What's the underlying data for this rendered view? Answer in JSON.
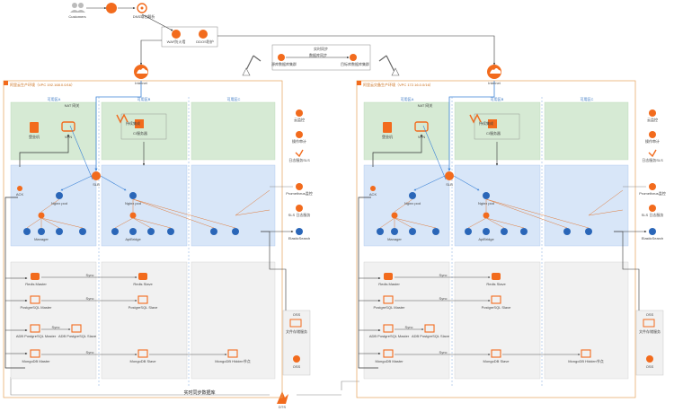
{
  "top": {
    "customers": "Customers",
    "cdn_icon": "cdn-icon",
    "dns_label": "DNS域名解析",
    "waf_label": "WAF防火墙",
    "ddos_label": "DDOS防护"
  },
  "center": {
    "title": "实时同步",
    "sync_label": "数据库同步",
    "left_db": "源库数据库集群",
    "right_db": "目标库数据库集群",
    "dts_label": "实时同步数据库",
    "dts_name": "DTS"
  },
  "left_region": {
    "title": "阿里云生产环境（VPC 192.168.0.0/16）",
    "internet": "Internet",
    "zone_a": "可用区A",
    "zone_b": "可用区B",
    "zone_c": "可用区C",
    "nat_label": "NAT 网关",
    "bastion": "堡垒机",
    "vpn": "VPN",
    "cicd": "持续集成",
    "cicd_server": "CI服务器",
    "slb": "SLB",
    "ack": "ACK",
    "nginx_a": "Nginx pod",
    "nginx_b": "Nginx pod",
    "manager": "Manager",
    "apibridge": "ApiBridge",
    "redis_master": "Redis Master",
    "redis_slave": "Redis Slave",
    "pg_master": "PostgreSQL Master",
    "pg_slave": "PostgreSQL Slave",
    "adb_master": "ADB PostgreSQL Master",
    "adb_slave": "ADB PostgreSQL Slave",
    "mongo_master": "MongoDB Master",
    "mongo_slave": "MongoDB Slave",
    "mongo_hidden": "MongoDB Hidden节点",
    "sync": "Sync",
    "side": [
      "云监控",
      "操作审计",
      "日志服务SLS",
      "Prometheus监控",
      "SLS 日志服务",
      "ElasticSearch"
    ],
    "oss_title": "OSS",
    "oss_item": "文件存储服务",
    "oss_name": "OSS"
  },
  "right_region": {
    "title": "阿里云灾备生产环境（VPC 172.16.0.0/16）",
    "internet": "Internet",
    "zone_a": "可用区A",
    "zone_b": "可用区B",
    "zone_c": "可用区C",
    "nat_label": "NAT 网关",
    "bastion": "堡垒机",
    "vpn": "VPN",
    "cicd": "持续集成",
    "cicd_server": "CI服务器",
    "slb": "SLB",
    "ack": "ACK",
    "nginx_a": "Nginx pod",
    "nginx_b": "Nginx pod",
    "manager": "Manager",
    "apibridge": "ApiBridge",
    "redis_master": "Redis Master",
    "redis_slave": "Redis Slave",
    "pg_master": "PostgreSQL Master",
    "pg_slave": "PostgreSQL Slave",
    "adb_master": "ADB PostgreSQL Master",
    "adb_slave": "ADB PostgreSQL Slave",
    "mongo_master": "MongoDB Master",
    "mongo_slave": "MongoDB Slave",
    "mongo_hidden": "MongoDB Hidden节点",
    "sync": "Sync",
    "side": [
      "云监控",
      "操作审计",
      "日志服务SLS",
      "Prometheus监控",
      "SLS 日志服务",
      "ElasticSearch"
    ],
    "oss_title": "OSS",
    "oss_item": "文件存储服务",
    "oss_name": "OSS"
  },
  "colors": {
    "orange": "#f26b1d",
    "region_border": "#e6a25a",
    "zone_green": "#d6ead4",
    "zone_blue": "#d8e6f8",
    "zone_gray": "#eeeeee",
    "pod_blue": "#2a66b8"
  }
}
